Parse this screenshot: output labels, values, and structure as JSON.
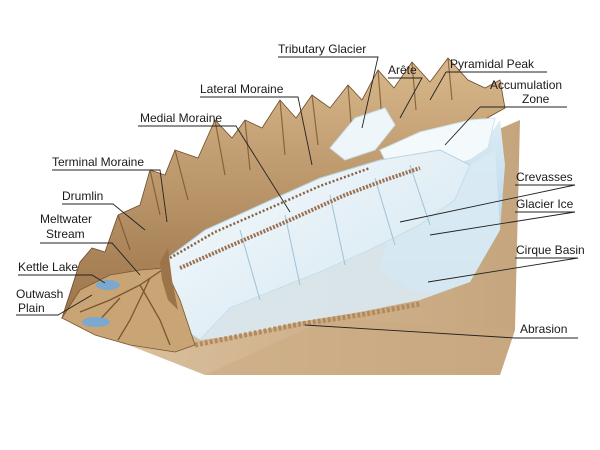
{
  "labels": {
    "tributary_glacier": "Tributary Glacier",
    "arete": "Arête",
    "pyramidal_peak": "Pyramidal Peak",
    "lateral_moraine": "Lateral Moraine",
    "accumulation_zone_line1": "Accumulation",
    "accumulation_zone_line2": "Zone",
    "medial_moraine": "Medial Moraine",
    "terminal_moraine": "Terminal Moraine",
    "crevasses": "Crevasses",
    "drumlin": "Drumlin",
    "glacier_ice": "Glacier Ice",
    "meltwater_stream_line1": "Meltwater",
    "meltwater_stream_line2": "Stream",
    "cirque_basin": "Cirque Basin",
    "kettle_lake": "Kettle Lake",
    "outwash_plain_line1": "Outwash",
    "outwash_plain_line2": "Plain",
    "abrasion": "Abrasion"
  },
  "colors": {
    "rock_light": "#c9a77c",
    "rock_mid": "#a9814f",
    "rock_dark": "#6e4a28",
    "ice_light": "#f2f8fb",
    "ice_mid": "#cde3ee",
    "ice_deep": "#a9cfe4",
    "water": "#7aa8cf",
    "moraine": "#9a7050",
    "leader": "#222222",
    "block_side": "#d7bd94",
    "block_shadow": "#b89a70"
  }
}
